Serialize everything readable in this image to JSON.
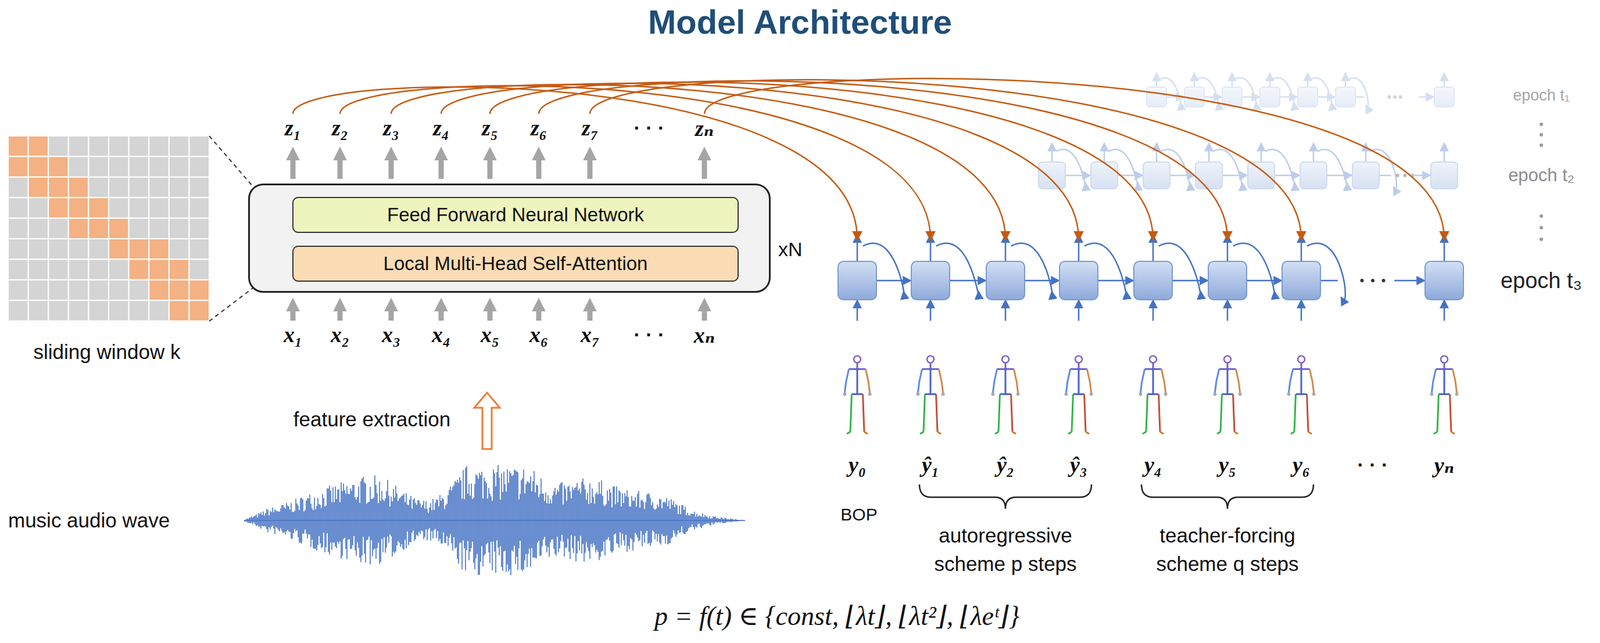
{
  "diagram": {
    "title": "Model Architecture",
    "caption": "p = f(t) ∈ {const, ⌊λt⌋, ⌊λt²⌋, ⌊λeᵗ⌋}",
    "nodes": [
      {
        "text": [
          "xN"
        ]
      },
      {
        "text": [
          "Feed Forward Neural Network"
        ],
        "in": 0
      },
      {
        "text": [
          "Local Multi-Head Self-Attention"
        ],
        "in": 0
      }
    ],
    "labels": [
      "z₁",
      "z₂",
      "z₃",
      "z₄",
      "z₅",
      "z₆",
      "z₇",
      "· · ·",
      "zₙ",
      "x₁",
      "x₂",
      "x₃",
      "x₄",
      "x₅",
      "x₆",
      "x₇",
      "· · ·",
      "xₙ",
      "sliding window k",
      "feature extraction",
      "music audio wave",
      "epoch t₁",
      "epoch t₂",
      "epoch t₃",
      "y₀",
      "ŷ₁",
      "ŷ₂",
      "ŷ₃",
      "y₄",
      "y₅",
      "y₆",
      "· · ·",
      "yₙ",
      "BOP",
      "autoregressive scheme p steps",
      "teacher-forcing scheme q steps"
    ]
  }
}
